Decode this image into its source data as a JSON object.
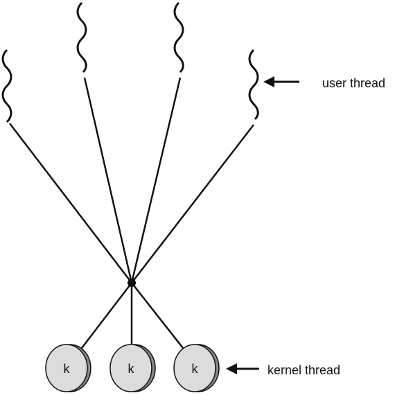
{
  "labels": {
    "user_thread": "user thread",
    "kernel_thread": "kernel thread"
  },
  "kernel_threads": [
    {
      "label": "k"
    },
    {
      "label": "k"
    },
    {
      "label": "k"
    }
  ],
  "user_thread_count": 4,
  "colors": {
    "line": "#111111",
    "disk_fill": "#dcdcdc",
    "disk_shadow": "#8a8a8a"
  }
}
